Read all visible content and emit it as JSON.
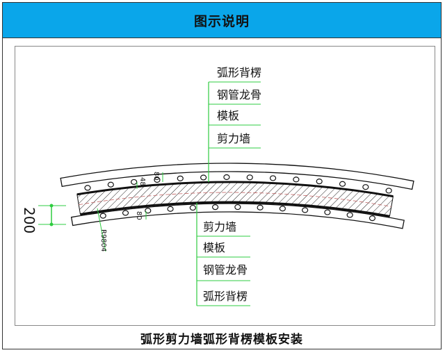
{
  "header": {
    "title": "图示说明"
  },
  "caption": "弧形剪力墙弧形背楞模板安装",
  "diagram": {
    "top_labels": [
      "弧形背楞",
      "钢管龙骨",
      "模板",
      "剪力墙"
    ],
    "bottom_labels": [
      "剪力墙",
      "模板",
      "钢管龙骨",
      "弧形背楞"
    ],
    "dimensions": {
      "thickness": "200",
      "outer_gap": "80",
      "pipe_gap": "48",
      "inner_gap": "80",
      "radius": "R9804"
    },
    "colors": {
      "header_bg": "#0aa6ea",
      "leader": "#2ecc40",
      "line": "#111111",
      "axis": "#c06060"
    }
  }
}
